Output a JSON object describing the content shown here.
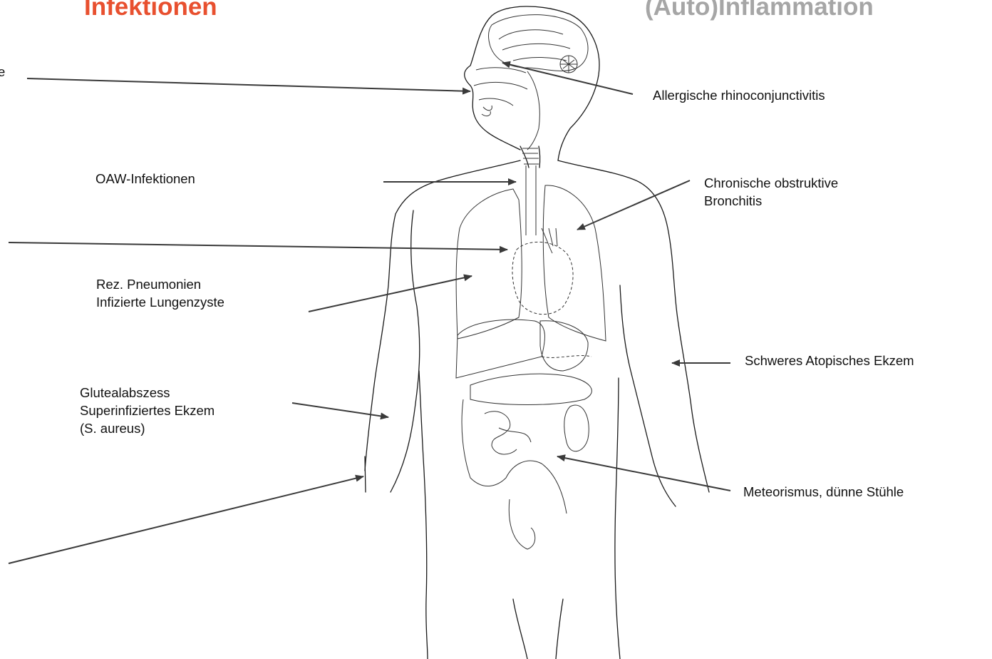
{
  "headings": {
    "left": "Infektionen",
    "right": "(Auto)Inflammation",
    "left_color": "#e8502f",
    "right_color": "#a6a6a6"
  },
  "labels": {
    "cutoff_top": "e",
    "oaw": "OAW-Infektionen",
    "pneumonia": [
      "Rez. Pneumonien",
      "Infizierte Lungenzyste"
    ],
    "gluteal": [
      "Glutealabszess",
      "Superinfiziertes Ekzem",
      "(S. aureus)"
    ],
    "rhino": "Allergische rhinoconjunctivitis",
    "copd": [
      "Chronische obstruktive",
      "Bronchitis"
    ],
    "eczema": "Schweres Atopisches Ekzem",
    "meteorism": "Meteorismus, dünne Stühle"
  }
}
